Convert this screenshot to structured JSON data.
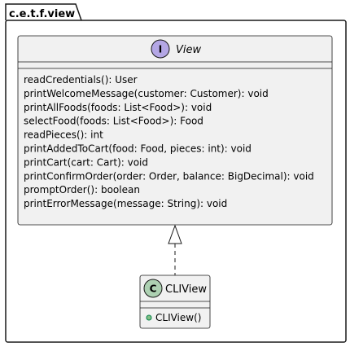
{
  "package": {
    "name": "c.e.t.f.view"
  },
  "interface_class": {
    "stereotype_letter": "I",
    "name": "View",
    "methods": [
      "readCredentials(): User",
      "printWelcomeMessage(customer: Customer): void",
      "printAllFoods(foods: List<Food>): void",
      "selectFood(foods: List<Food>): Food",
      "readPieces(): int",
      "printAddedToCart(food: Food, pieces: int): void",
      "printCart(cart: Cart): void",
      "printConfirmOrder(order: Order, balance: BigDecimal): void",
      "promptOrder(): boolean",
      "printErrorMessage(message: String): void"
    ]
  },
  "impl_class": {
    "stereotype_letter": "C",
    "name": "CLIView",
    "methods": [
      "CLIView()"
    ]
  },
  "colors": {
    "box_fill": "#f1f1f1",
    "border": "#181818",
    "interface_badge": "#b4a7e5",
    "class_badge": "#add1b2",
    "public_method_marker": "#84be84"
  }
}
